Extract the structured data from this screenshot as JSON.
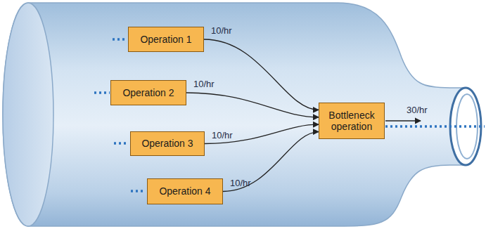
{
  "diagram": {
    "nodes": [
      {
        "text": [
          "Operation 1"
        ]
      },
      {
        "text": [
          "Operation 2"
        ]
      },
      {
        "text": [
          "Operation 3"
        ]
      },
      {
        "text": [
          "Operation 4"
        ]
      },
      {
        "text": [
          "Bottleneck operation"
        ]
      }
    ],
    "edges": [
      {
        "from": 0,
        "to": 4,
        "arrow": "to",
        "label": "10/hr"
      },
      {
        "from": 1,
        "to": 4,
        "arrow": "to",
        "label": "10/hr"
      },
      {
        "from": 2,
        "to": 4,
        "arrow": "to",
        "label": "10/hr"
      },
      {
        "from": 3,
        "to": 4,
        "arrow": "to",
        "label": "10/hr"
      }
    ],
    "labels": [
      "30/hr"
    ]
  }
}
